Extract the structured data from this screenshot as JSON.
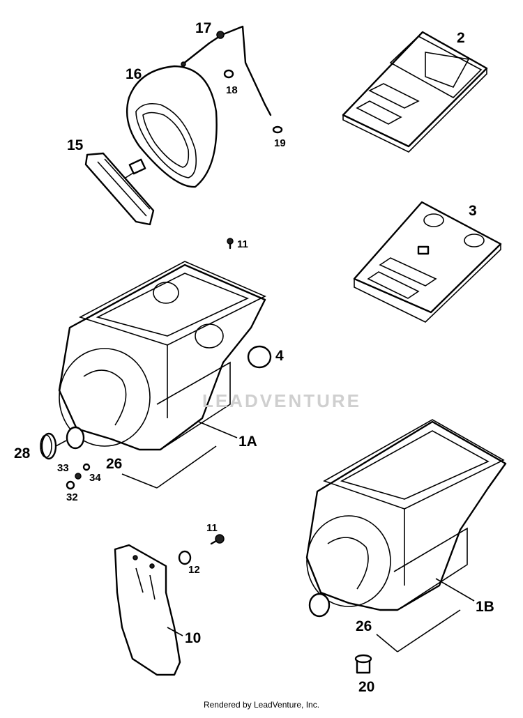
{
  "labels": {
    "p17": "17",
    "p16": "16",
    "p18": "18",
    "p19": "19",
    "p15": "15",
    "p2": "2",
    "p3": "3",
    "p11a": "11",
    "p4": "4",
    "p1a": "1A",
    "p28": "28",
    "p26a": "26",
    "p33": "33",
    "p34": "34",
    "p32": "32",
    "p11b": "11",
    "p12": "12",
    "p10": "10",
    "p1b": "1B",
    "p26b": "26",
    "p20": "20"
  },
  "watermark": "LEADVENTURE",
  "footer": "Rendered by LeadVenture, Inc."
}
